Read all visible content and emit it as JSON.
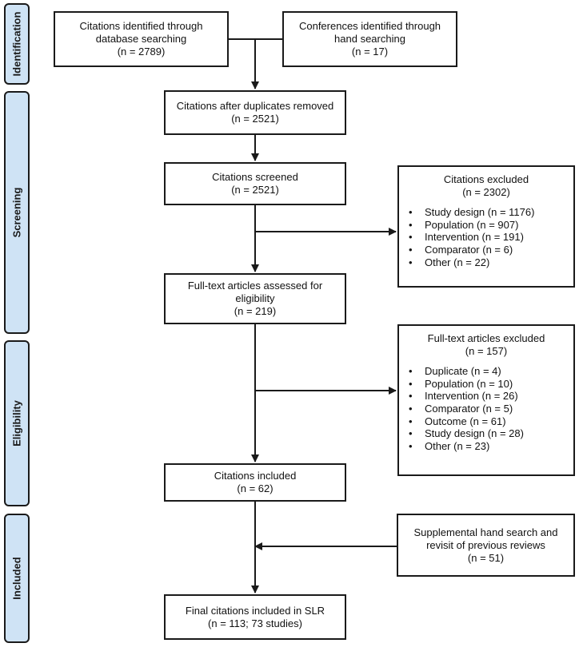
{
  "phases": {
    "identification": "Identification",
    "screening": "Screening",
    "eligibility": "Eligibility",
    "included": "Included"
  },
  "identification": {
    "database": {
      "line1": "Citations identified through",
      "line2": "database searching",
      "line3": "(n = 2789)"
    },
    "hand": {
      "line1": "Conferences identified through",
      "line2": "hand searching",
      "line3": "(n = 17)"
    }
  },
  "after_duplicates": {
    "line1": "Citations after duplicates removed",
    "line2": "(n = 2521)"
  },
  "screened": {
    "line1": "Citations screened",
    "line2": "(n = 2521)"
  },
  "excluded_citations": {
    "title": "Citations excluded",
    "count": "(n = 2302)",
    "items": [
      "Study design (n = 1176)",
      "Population (n = 907)",
      "Intervention (n = 191)",
      "Comparator (n = 6)",
      "Other (n = 22)"
    ]
  },
  "fulltext_assessed": {
    "line1": "Full-text articles assessed for",
    "line2": "eligibility",
    "line3": "(n = 219)"
  },
  "excluded_fulltext": {
    "title": "Full-text articles excluded",
    "count": "(n = 157)",
    "items": [
      "Duplicate (n = 4)",
      "Population (n = 10)",
      "Intervention (n = 26)",
      "Comparator (n = 5)",
      "Outcome (n = 61)",
      "Study design (n = 28)",
      "Other (n = 23)"
    ]
  },
  "citations_included": {
    "line1": "Citations included",
    "line2": "(n = 62)"
  },
  "supplemental": {
    "line1": "Supplemental hand search and",
    "line2": "revisit of previous reviews",
    "line3": "(n = 51)"
  },
  "final": {
    "line1": "Final citations included in SLR",
    "line2": "(n = 113; 73 studies)"
  }
}
